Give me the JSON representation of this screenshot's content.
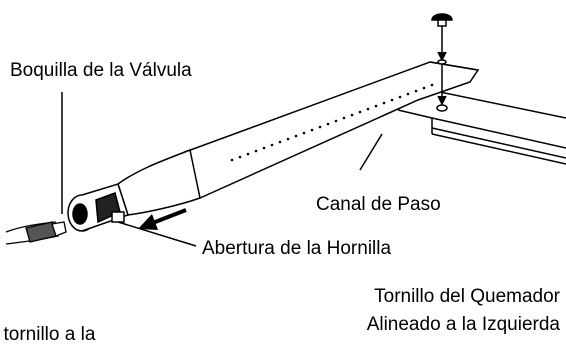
{
  "labels": {
    "valve_nozzle": "Boquilla de la Válvula",
    "crossover_channel": "Canal de Paso",
    "burner_opening": "Abertura de la Hornilla",
    "burner_screw_line1": "Tornillo del Quemador",
    "burner_screw_line2": "Alineado a la Izquierda",
    "cut_text": "l tornillo a la"
  },
  "colors": {
    "line": "#000000",
    "background": "#ffffff"
  },
  "icons": [
    "screw-icon",
    "arrow-left-icon"
  ]
}
